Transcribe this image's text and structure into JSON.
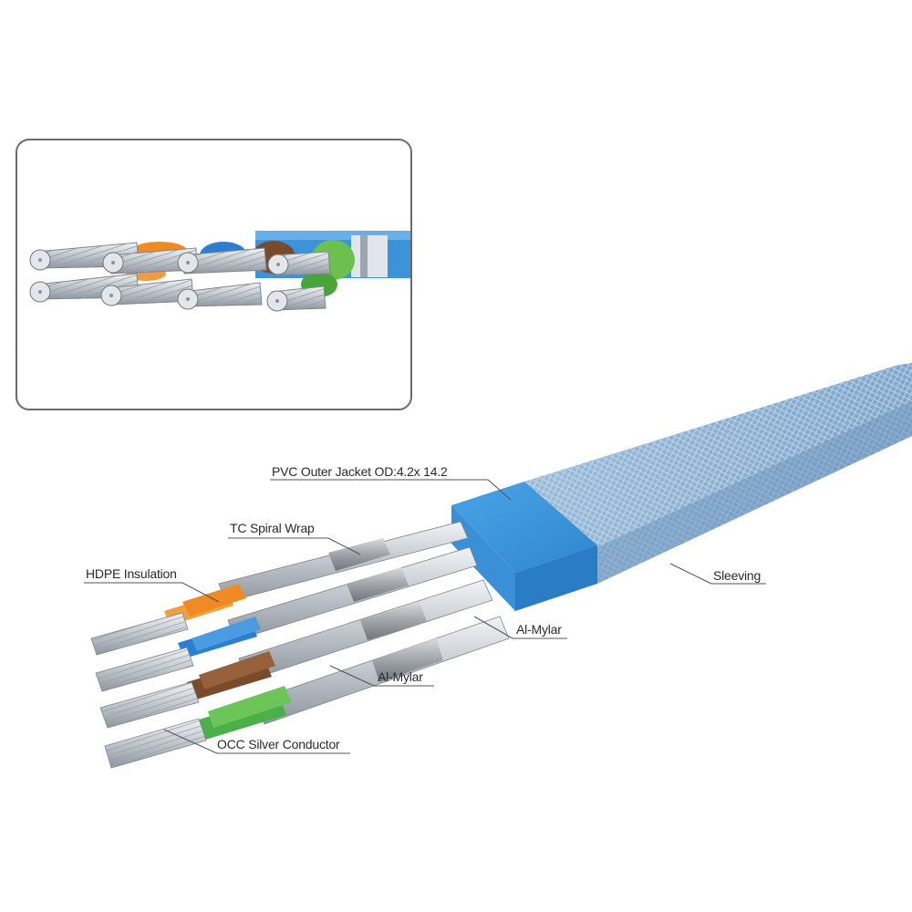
{
  "labels": {
    "pvc_outer_jacket": "PVC Outer Jacket OD:4.2x 14.2",
    "tc_spiral_wrap": "TC Spiral Wrap",
    "hdpe_insulation": "HDPE Insulation",
    "sleeving": "Sleeving",
    "al_mylar_upper": "Al-Mylar",
    "al_mylar_lower": "Al-Mylar",
    "occ_silver_conductor": "OCC Silver Conductor"
  },
  "colors": {
    "jacket_blue": "#3a8fd6",
    "sleeving_blue": "#7fa9cf",
    "foil_silver": "#c9ced3",
    "wire_orange": "#f08a24",
    "wire_blue": "#2a7fd0",
    "wire_brown": "#7a4a2a",
    "wire_green": "#4cb04a"
  },
  "inset": {
    "description_icon": "cable-cross-section-closeup-icon"
  }
}
